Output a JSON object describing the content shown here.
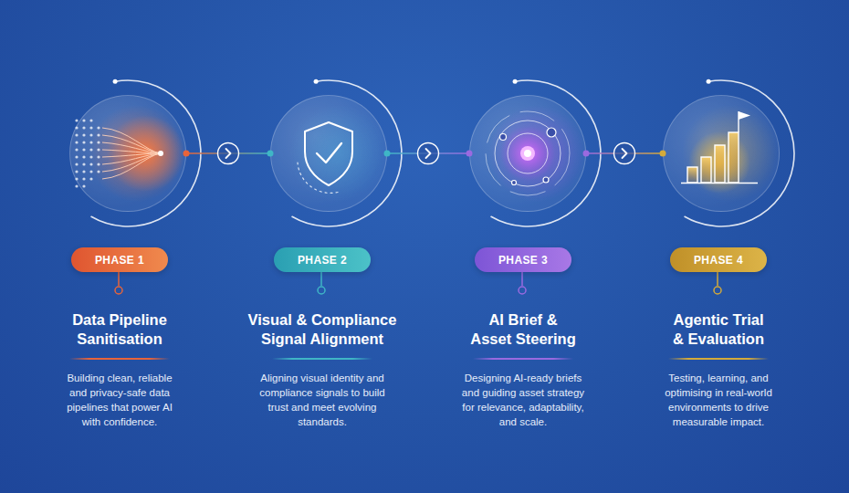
{
  "diagram": {
    "nodes": [
      {
        "text": [
          "PHASE 1",
          "Data Pipeline Sanitisation",
          "Building clean, reliable and privacy-safe data pipelines that power AI with confidence."
        ]
      },
      {
        "text": [
          "PHASE 2",
          "Visual & Compliance Signal Alignment",
          "Aligning visual identity and compliance signals to build trust and meet evolving standards."
        ]
      },
      {
        "text": [
          "PHASE 3",
          "AI Brief & Asset Steering",
          "Designing AI-ready briefs and guiding asset strategy for relevance, adaptability, and scale."
        ]
      },
      {
        "text": [
          "PHASE 4",
          "Agentic Trial & Evaluation",
          "Testing, learning, and optimising in real-world environments to drive measurable impact."
        ]
      }
    ],
    "edges": [
      {
        "from": 0,
        "to": 1,
        "arrow": "to"
      },
      {
        "from": 1,
        "to": 2,
        "arrow": "to"
      },
      {
        "from": 2,
        "to": 3,
        "arrow": "to"
      }
    ]
  }
}
